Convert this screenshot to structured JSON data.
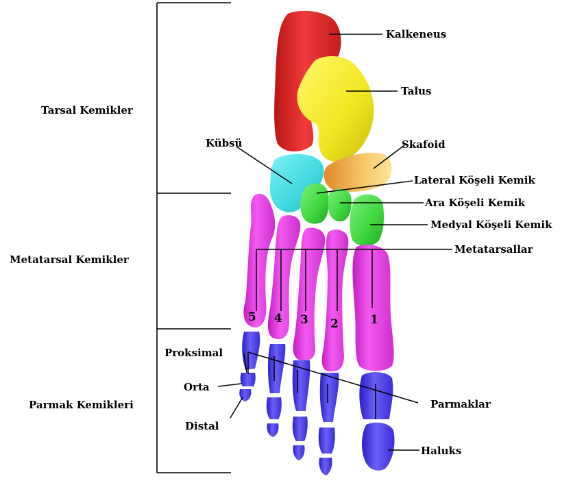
{
  "groups": {
    "tarsal": "Tarsal Kemikler",
    "metatarsal": "Metatarsal Kemikler",
    "phalanges": "Parmak Kemikleri"
  },
  "labels": {
    "calcaneus": "Kalkeneus",
    "talus": "Talus",
    "navicular": "Skafoid",
    "cuboid": "Kübsü",
    "lateral_cuneiform": "Lateral Köşeli Kemik",
    "intermediate_cuneiform": "Ara Köşeli Kemik",
    "medial_cuneiform": "Medyal Köşeli Kemik",
    "metatarsals": "Metatarsallar",
    "proximal": "Proksimal",
    "middle": "Orta",
    "distal": "Distal",
    "phalanges": "Parmaklar",
    "hallux": "Haluks"
  },
  "metatarsal_numbers": [
    "5",
    "4",
    "3",
    "2",
    "1"
  ],
  "colors": {
    "calcaneus": "#e02a2a",
    "talus": "#f2ee2e",
    "navicular": "#f4c25a",
    "cuboid": "#3fe0e6",
    "cuneiforms": "#3fd93f",
    "metatarsals": "#e23ee0",
    "phalanges": "#4a3ee8",
    "lines": "#000000"
  }
}
